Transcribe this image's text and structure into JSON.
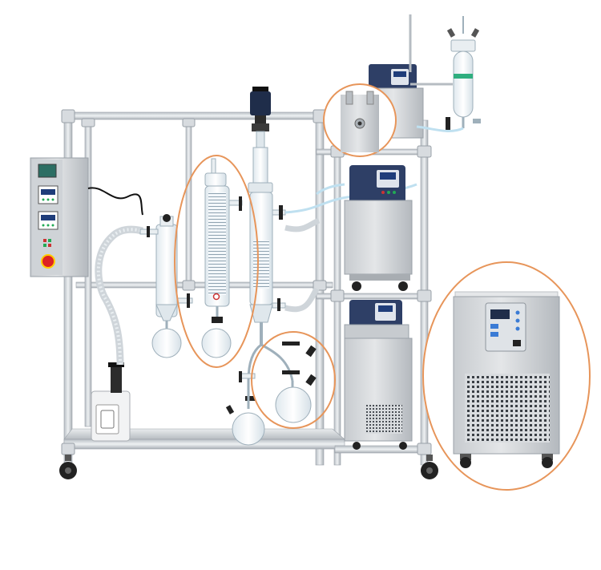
{
  "diagram": {
    "kind": "short-path molecular distillation apparatus illustration",
    "colors": {
      "frame": "#c9ced3",
      "frame_dark": "#9aa1a8",
      "highlight_ring": "#e7955a",
      "device_body": "#d3d6d9",
      "panel_navy": "#23385f",
      "motor": "#1f2d4a",
      "glass": "#eef3f6",
      "glass_edge": "#9fb0bb",
      "tubing_blue": "#bfe0f0",
      "accent_red": "#d33",
      "accent_green": "#2fae7f",
      "wheel": "#222222",
      "orange_cable": "#e07a2e"
    },
    "components": [
      {
        "name": "control-cabinet",
        "icon": "control-panel-icon"
      },
      {
        "name": "vacuum-pump",
        "icon": "pump-icon"
      },
      {
        "name": "cold-trap",
        "icon": "cold-trap-icon"
      },
      {
        "name": "condenser-column",
        "icon": "condenser-icon"
      },
      {
        "name": "evaporator-column",
        "icon": "evaporator-icon"
      },
      {
        "name": "stirrer-motor",
        "icon": "motor-icon"
      },
      {
        "name": "feed-funnel",
        "icon": "funnel-icon"
      },
      {
        "name": "heating-circulator",
        "icon": "heater-icon"
      },
      {
        "name": "chiller-top",
        "icon": "chiller-icon"
      },
      {
        "name": "chiller-bottom",
        "icon": "chiller-icon"
      },
      {
        "name": "chiller-detail",
        "icon": "chiller-icon"
      },
      {
        "name": "receiving-flasks",
        "icon": "flask-icon"
      }
    ]
  }
}
